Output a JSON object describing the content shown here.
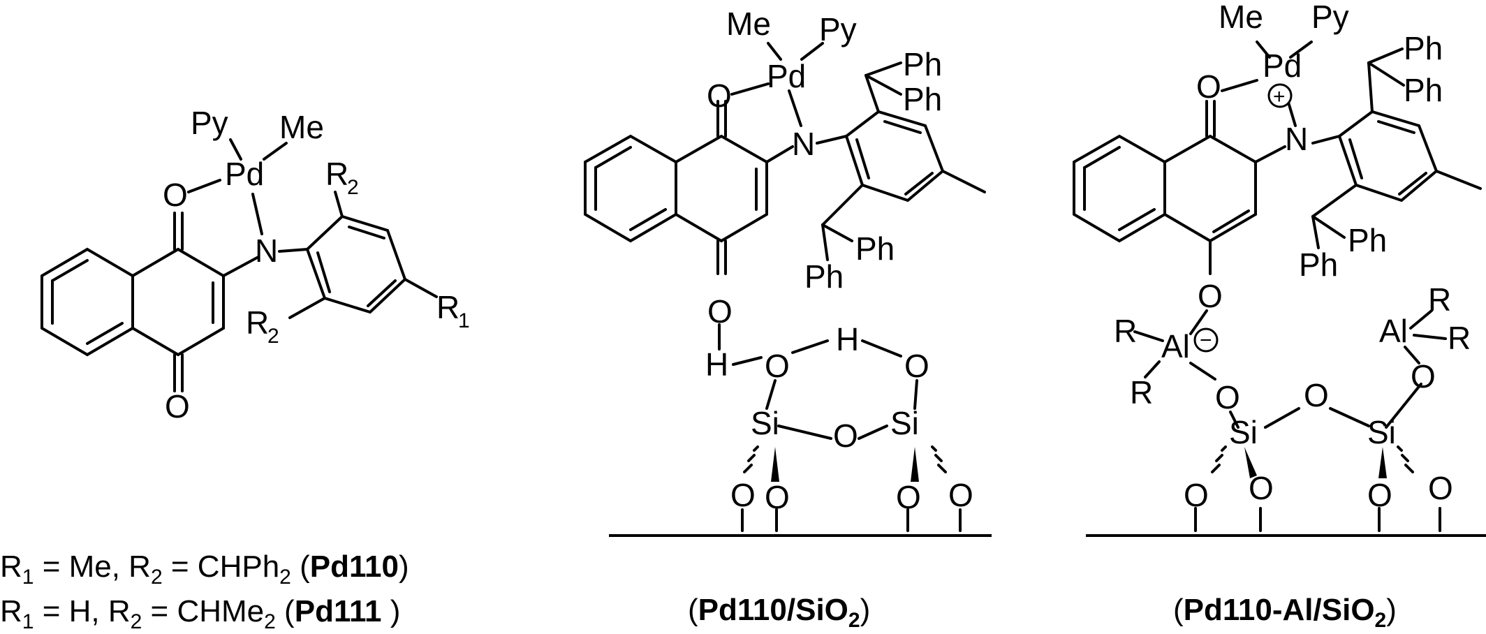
{
  "structure_1": {
    "atoms": {
      "py": "Py",
      "me": "Me",
      "pd": "Pd",
      "o_pd": "O",
      "o_top": "O",
      "o_bottom": "O",
      "n": "N",
      "r2_top": "R",
      "r2_top_sub": "2",
      "r2_bottom": "R",
      "r2_bottom_sub": "2",
      "r1": "R",
      "r1_sub": "1"
    },
    "legend": {
      "line1": {
        "r_label": "R",
        "r_sub": "1",
        "eq1": " = Me,  R",
        "r2_sub": "2",
        "eq2": " = CHPh",
        "ph_sub": "2",
        "open": " (",
        "name": "Pd110",
        "close": ")"
      },
      "line2": {
        "r_label": "R",
        "r_sub": "1",
        "eq1": " = H,  R",
        "r2_sub": "2",
        "eq2": " = CHMe",
        "me_sub": "2",
        "open": " (",
        "name": "Pd111",
        "close": " )"
      }
    }
  },
  "structure_2": {
    "atoms": {
      "me": "Me",
      "py": "Py",
      "pd": "Pd",
      "o_pd": "O",
      "o_top": "O",
      "n": "N",
      "ph1": "Ph",
      "ph2": "Ph",
      "ph3": "Ph",
      "ph4": "Ph",
      "o_bottom": "O",
      "h1": "H",
      "h2": "H",
      "o_si1": "O",
      "o_si2": "O",
      "si1": "Si",
      "si2": "Si",
      "o_bridge": "O",
      "o_s1": "O",
      "o_s2": "O",
      "o_s3": "O",
      "o_s4": "O"
    },
    "caption": {
      "open": "(",
      "name": "Pd110/SiO",
      "sub": "2",
      "close": ")"
    }
  },
  "structure_3": {
    "atoms": {
      "me": "Me",
      "py": "Py",
      "pd": "Pd",
      "plus": "+",
      "o_pd": "O",
      "o_top": "O",
      "n": "N",
      "ph1": "Ph",
      "ph2": "Ph",
      "ph3": "Ph",
      "ph4": "Ph",
      "o_enol": "O",
      "r1": "R",
      "al1": "Al",
      "minus": "−",
      "r2": "R",
      "al2": "Al",
      "r3": "R",
      "r4": "R",
      "o_al1": "O",
      "o_al2": "O",
      "si1": "Si",
      "si2": "Si",
      "o_bridge": "O",
      "o_s1": "O",
      "o_s2": "O",
      "o_s3": "O",
      "o_s4": "O"
    },
    "caption": {
      "open": "(",
      "name": "Pd110-Al/SiO",
      "sub": "2",
      "close": ")"
    }
  }
}
